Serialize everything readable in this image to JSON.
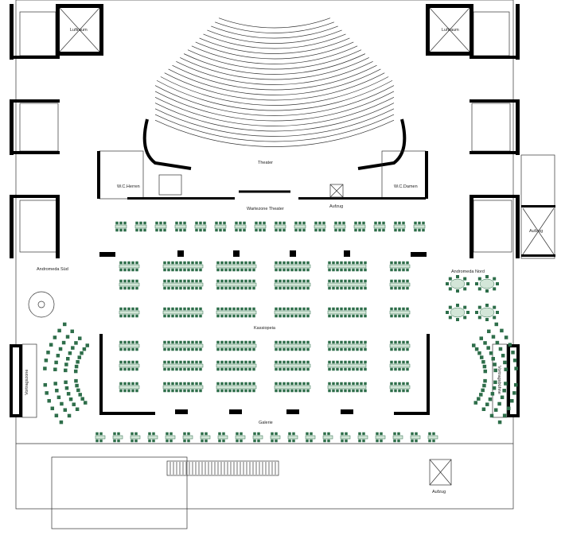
{
  "labels": {
    "luftraum_left": "Luftraum",
    "luftraum_right": "Luftraum",
    "theater": "Theater",
    "wc_herren": "W.C.Herren",
    "wc_damen": "W.C.Damen",
    "wartezone": "Wartezone Theater",
    "aufzug_center": "Aufzug",
    "aufzug_right": "Aufzug",
    "aufzug_bottom": "Aufzug",
    "andromeda_sued": "Andromeda Süd",
    "andromeda_nord": "Andromeda Nord",
    "kassiopeia": "Kassiopeia",
    "galerie": "Galerie",
    "vortragszone": "Vortragszone",
    "vortragsbuehne": "Vortragsbühne"
  },
  "colors": {
    "seat": "#2e6e4a",
    "table": "#d3e6d8",
    "wall": "#000000"
  }
}
